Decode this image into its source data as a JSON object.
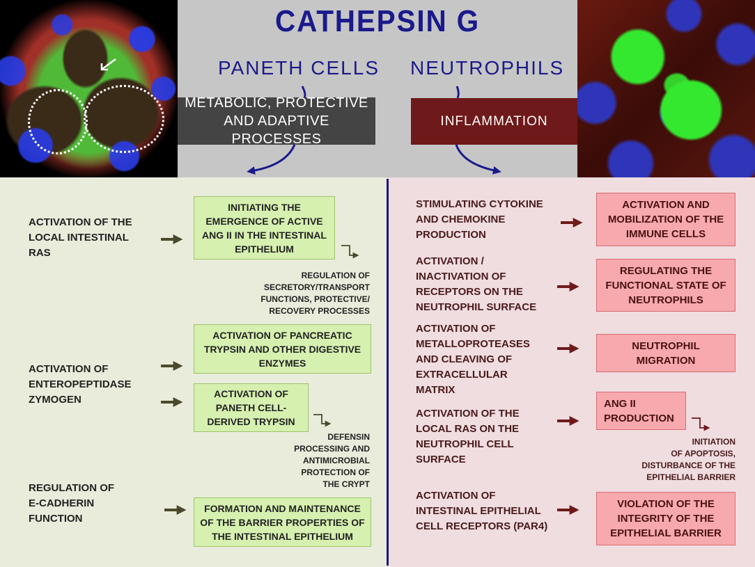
{
  "header": {
    "title": "CATHEPSIN G",
    "paneth_heading": "PANETH  CELLS",
    "neutrophil_heading": "NEUTROPHILS",
    "paneth_process": "METABOLIC, PROTECTIVE\nAND ADAPTIVE PROCESSES",
    "neutrophil_process": "INFLAMMATION"
  },
  "paneth": {
    "causes": [
      "ACTIVATION OF THE\nLOCAL INTESTINAL\nRAS",
      "ACTIVATION  OF\nENTEROPEPTIDASE\nZYMOGEN",
      "REGULATION OF\nE-CADHERIN\nFUNCTION"
    ],
    "effects": [
      "INITIATING THE\nEMERGENCE OF ACTIVE\nANG II IN THE INTESTINAL\nEPITHELIUM",
      "ACTIVATION OF PANCREATIC\nTRYPSIN AND OTHER DIGESTIVE\nENZYMES",
      "ACTIVATION OF\nPANETH CELL-\nDERIVED TRYPSIN",
      "FORMATION AND MAINTENANCE\nOF THE BARRIER PROPERTIES OF\nTHE INTESTINAL EPITHELIUM"
    ],
    "consequences": [
      "REGULATION OF\nSECRETORY/TRANSPORT\nFUNCTIONS, PROTECTIVE/\nRECOVERY PROCESSES",
      "DEFENSIN\nPROCESSING AND\nANTIMICROBIAL\nPROTECTION OF\nTHE CRYPT"
    ]
  },
  "neutrophils": {
    "causes": [
      "STIMULATING CYTOKINE\nAND CHEMOKINE\nPRODUCTION",
      "ACTIVATION /\nINACTIVATION OF\nRECEPTORS ON THE\nNEUTROPHIL SURFACE",
      "ACTIVATION OF\nMETALLOPROTEASES\nAND CLEAVING OF\nEXTRACELLULAR\nMATRIX",
      "ACTIVATION OF THE\nLOCAL RAS ON THE\nNEUTROPHIL CELL\nSURFACE",
      "ACTIVATION OF\nINTESTINAL EPITHELIAL\nCELL RECEPTORS (PAR4)"
    ],
    "effects": [
      "ACTIVATION AND\nMOBILIZATION OF THE\nIMMUNE CELLS",
      "REGULATING THE\nFUNCTIONAL STATE OF\nNEUTROPHILS",
      "NEUTROPHIL\nMIGRATION",
      "ANG II\nPRODUCTION",
      "VIOLATION OF THE\nINTEGRITY OF THE\nEPITHELIAL BARRIER"
    ],
    "consequence": "INITIATION\nOF APOPTOSIS,\nDISTURBANCE OF  THE\nEPITHELIAL BARRIER"
  },
  "colors": {
    "title_blue": "#1a1a8c",
    "paneth_box": "#444444",
    "inflammation_box": "#6e1a1a",
    "green_box": "#d6f0b0",
    "pink_box": "#f7a9ad",
    "left_arrow": "#4a4a2a",
    "right_arrow": "#6e1a1a"
  }
}
